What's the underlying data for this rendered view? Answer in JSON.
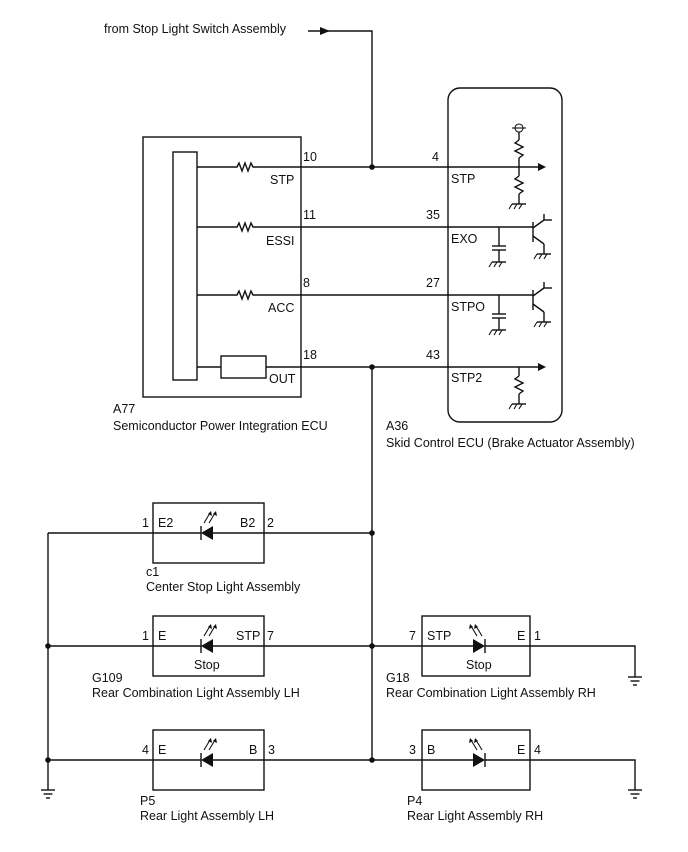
{
  "source_label": "from Stop Light Switch Assembly",
  "ecu_a77": {
    "code": "A77",
    "name": "Semiconductor Power Integration ECU",
    "pins": [
      {
        "num": "10",
        "label": "STP"
      },
      {
        "num": "11",
        "label": "ESSI"
      },
      {
        "num": "8",
        "label": "ACC"
      },
      {
        "num": "18",
        "label": "OUT"
      }
    ]
  },
  "ecu_a36": {
    "code": "A36",
    "name": "Skid Control ECU (Brake Actuator Assembly)",
    "pins": [
      {
        "num": "4",
        "label": "STP"
      },
      {
        "num": "35",
        "label": "EXO"
      },
      {
        "num": "27",
        "label": "STPO"
      },
      {
        "num": "43",
        "label": "STP2"
      }
    ]
  },
  "lamps": {
    "c1": {
      "code": "c1",
      "name": "Center Stop Light Assembly",
      "pin_left": "1",
      "label_left": "E2",
      "label_right": "B2",
      "pin_right": "2"
    },
    "g109": {
      "code": "G109",
      "name": "Rear Combination Light Assembly LH",
      "pin_left": "1",
      "label_left": "E",
      "label_right": "STP",
      "pin_right": "7",
      "inner": "Stop"
    },
    "g18": {
      "code": "G18",
      "name": "Rear Combination Light Assembly RH",
      "pin_left": "7",
      "label_left": "STP",
      "label_right": "E",
      "pin_right": "1",
      "inner": "Stop"
    },
    "p5": {
      "code": "P5",
      "name": "Rear Light Assembly LH",
      "pin_left": "4",
      "label_left": "E",
      "label_right": "B",
      "pin_right": "3"
    },
    "p4": {
      "code": "P4",
      "name": "Rear Light Assembly RH",
      "pin_left": "3",
      "label_left": "B",
      "label_right": "E",
      "pin_right": "4"
    }
  }
}
